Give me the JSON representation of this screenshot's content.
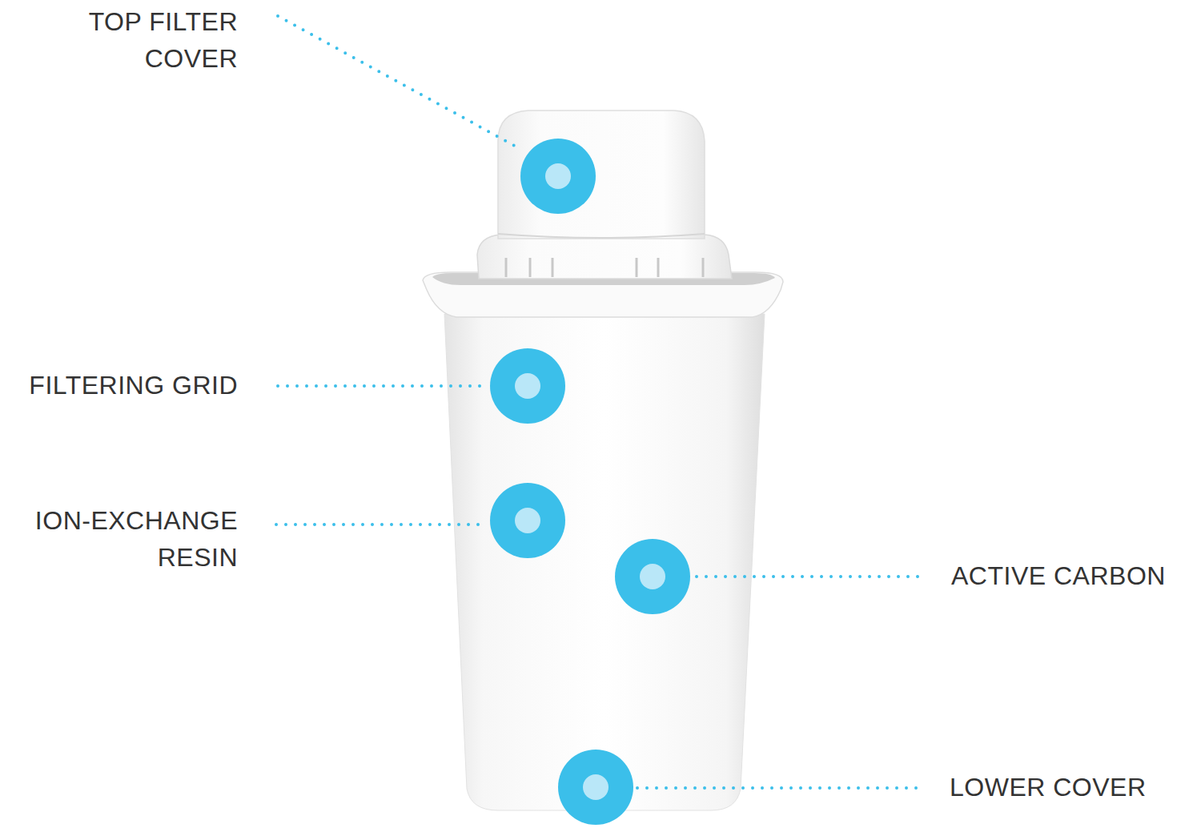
{
  "diagram": {
    "labels": [
      "TOP FILTER COVER",
      "FILTERING GRID",
      "ION-EXCHANGE RESIN",
      "ACTIVE CARBON",
      "LOWER COVER"
    ]
  }
}
